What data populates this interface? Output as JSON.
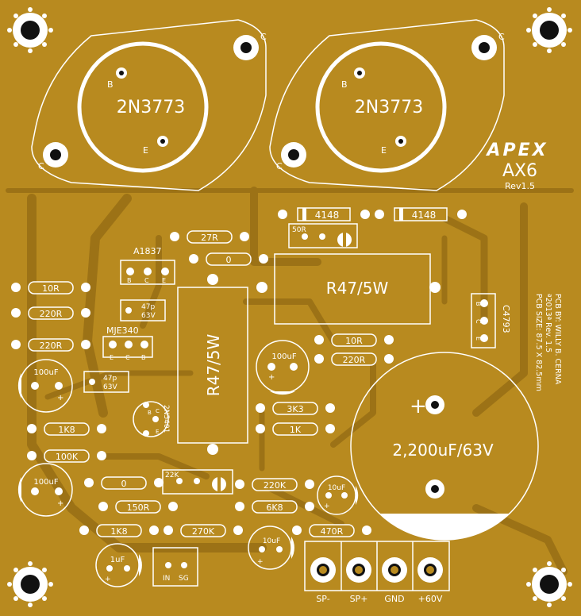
{
  "board": {
    "brand": "APEX",
    "model": "AX6",
    "revision": "Rev1.5",
    "credits": {
      "line1": "PCB BY: WILLY B. CERNA",
      "line2": "ª2013ª Rev. 1.5",
      "line3": "PCB SIZE: 87.5 X 82.5mm"
    }
  },
  "transistors": {
    "q_left": {
      "part": "2N3773",
      "pin_b": "B",
      "pin_e": "E",
      "pin_c_left": "C",
      "pin_c_right": "C"
    },
    "q_right": {
      "part": "2N3773",
      "pin_b": "B",
      "pin_e": "E",
      "pin_c_left": "C",
      "pin_c_right": "C"
    }
  },
  "diodes": {
    "d1": "4148",
    "d2": "4148"
  },
  "resistors": {
    "r27": "27R",
    "r0a": "0",
    "r10": "10R",
    "r220a": "220R",
    "r220b": "220R",
    "r1k8a": "1K8",
    "r100k": "100K",
    "r0b": "0",
    "r150": "150R",
    "r1k8b": "1K8",
    "r270k": "270K",
    "r10b": "10R",
    "r220c": "220R",
    "r3k3": "3K3",
    "r1k": "1K",
    "r220k": "220K",
    "r6k8": "6K8",
    "r470": "470R"
  },
  "power_resistors": {
    "rp1": "R47/5W",
    "rp2": "R47/5W"
  },
  "small_transistors": {
    "a1837": {
      "part": "A1837",
      "p1": "B",
      "p2": "C",
      "p3": "E"
    },
    "mje340": {
      "part": "MJE340",
      "p1": "E",
      "p2": "C",
      "p3": "B"
    },
    "c4793": {
      "part": "C4793",
      "p1": "B",
      "p2": "C",
      "p3": "E"
    },
    "n5401": {
      "part": "2N5401",
      "pb": "B",
      "pc": "C",
      "pe": "E"
    }
  },
  "trimmers": {
    "t50r": "50R",
    "t22k": "22K"
  },
  "capacitors": {
    "c47a": {
      "value": "47p",
      "voltage": "63V"
    },
    "c47b": {
      "value": "47p",
      "voltage": "63V"
    },
    "c100a": "100uF",
    "c100b": "100uF",
    "c100c": "100uF",
    "c10a": "10uF",
    "c10b": "10uF",
    "c1": "1uF",
    "cbig": "2,200uF/63V",
    "plus": "+"
  },
  "input_header": {
    "in": "IN",
    "sg": "SG"
  },
  "terminals": {
    "t1": "SP-",
    "t2": "SP+",
    "t3": "GND",
    "t4": "+60V"
  },
  "colors": {
    "board": "#b88a1f",
    "silk": "#ffffff",
    "trace": "#9c7216",
    "hole": "#111111"
  }
}
